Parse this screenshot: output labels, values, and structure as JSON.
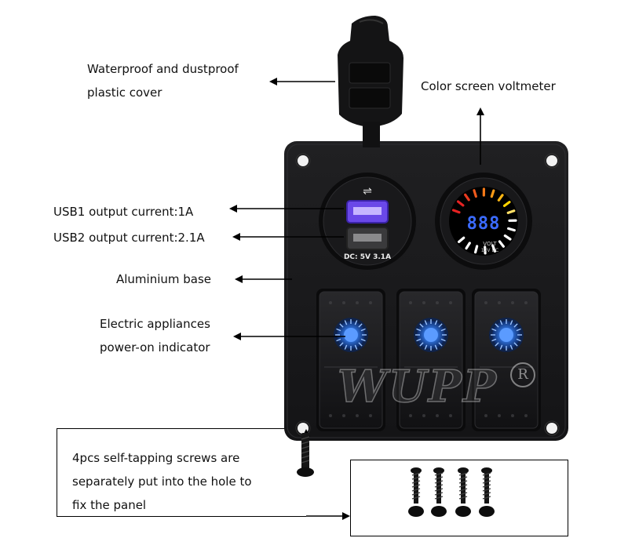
{
  "labels": {
    "cover": [
      "Waterproof and dustproof",
      "plastic cover"
    ],
    "voltmeter": "Color screen voltmeter",
    "usb1": "USB1 output current:1A",
    "usb2": "USB2 output current:2.1A",
    "base": "Aluminium base",
    "indicator": [
      "Electric appliances",
      "power-on indicator"
    ],
    "screws": [
      "4pcs self-tapping screws are",
      "separately put into the hole to",
      "fix the panel"
    ]
  },
  "usb_socket": {
    "spec": "DC: 5V 3.1A"
  },
  "voltmeter_display": {
    "reading": "888",
    "unit": "VOLT",
    "spec": "12V DC"
  },
  "watermark": {
    "brand": "WUPP",
    "mark": "R"
  },
  "colors": {
    "panel": "#1a1a1c",
    "indicator": "#2f6fd6",
    "usb": "#5e3bd6"
  }
}
